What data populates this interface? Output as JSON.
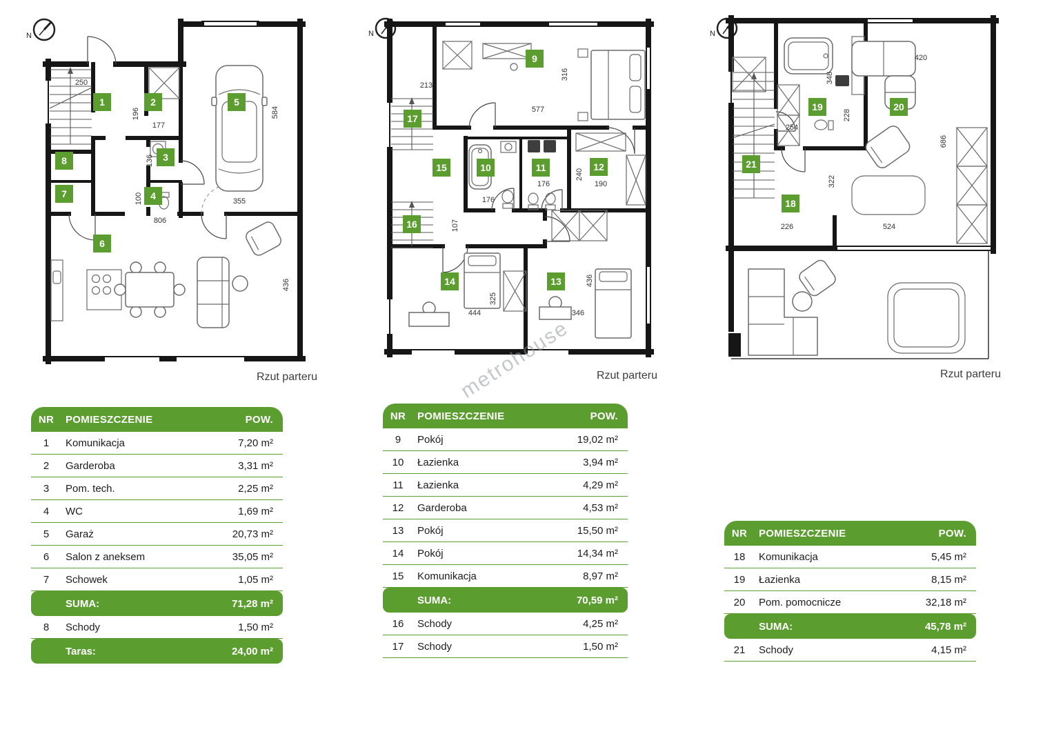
{
  "colors": {
    "green": "#5c9d30",
    "wall": "#161616",
    "text": "#1c1c1c"
  },
  "watermark": "metrohouse",
  "plans": [
    {
      "caption": "Rzut parteru",
      "north": "N",
      "badges": [
        "1",
        "2",
        "3",
        "4",
        "5",
        "6",
        "7",
        "8"
      ],
      "dims": [
        "250",
        "196",
        "177",
        "136",
        "584",
        "100",
        "355",
        "806",
        "436"
      ]
    },
    {
      "caption": "Rzut parteru",
      "north": "N",
      "badges": [
        "9",
        "10",
        "11",
        "12",
        "13",
        "14",
        "15",
        "16",
        "17"
      ],
      "dims": [
        "213",
        "316",
        "577",
        "176",
        "240",
        "190",
        "107",
        "176",
        "444",
        "325",
        "346",
        "436"
      ]
    },
    {
      "caption": "Rzut parteru",
      "north": "N",
      "badges": [
        "18",
        "19",
        "20",
        "21"
      ],
      "dims": [
        "420",
        "348",
        "228",
        "254",
        "686",
        "322",
        "226",
        "524"
      ]
    }
  ],
  "tables": [
    {
      "headers": {
        "nr": "NR",
        "room": "POMIESZCZENIE",
        "area": "POW."
      },
      "rows": [
        {
          "nr": "1",
          "room": "Komunikacja",
          "area": "7,20 m²"
        },
        {
          "nr": "2",
          "room": "Garderoba",
          "area": "3,31 m²"
        },
        {
          "nr": "3",
          "room": "Pom. tech.",
          "area": "2,25 m²"
        },
        {
          "nr": "4",
          "room": "WC",
          "area": "1,69 m²"
        },
        {
          "nr": "5",
          "room": "Garaż",
          "area": "20,73 m²"
        },
        {
          "nr": "6",
          "room": "Salon z aneksem",
          "area": "35,05 m²"
        },
        {
          "nr": "7",
          "room": "Schowek",
          "area": "1,05 m²"
        }
      ],
      "suma": {
        "label": "SUMA:",
        "value": "71,28 m²"
      },
      "extra_rows": [
        {
          "nr": "8",
          "room": "Schody",
          "area": "1,50 m²"
        }
      ],
      "taras": {
        "label": "Taras:",
        "value": "24,00 m²"
      }
    },
    {
      "headers": {
        "nr": "NR",
        "room": "POMIESZCZENIE",
        "area": "POW."
      },
      "rows": [
        {
          "nr": "9",
          "room": "Pokój",
          "area": "19,02 m²"
        },
        {
          "nr": "10",
          "room": "Łazienka",
          "area": "3,94 m²"
        },
        {
          "nr": "11",
          "room": "Łazienka",
          "area": "4,29 m²"
        },
        {
          "nr": "12",
          "room": "Garderoba",
          "area": "4,53 m²"
        },
        {
          "nr": "13",
          "room": "Pokój",
          "area": "15,50 m²"
        },
        {
          "nr": "14",
          "room": "Pokój",
          "area": "14,34 m²"
        },
        {
          "nr": "15",
          "room": "Komunikacja",
          "area": "8,97 m²"
        }
      ],
      "suma": {
        "label": "SUMA:",
        "value": "70,59 m²"
      },
      "extra_rows": [
        {
          "nr": "16",
          "room": "Schody",
          "area": "4,25 m²"
        },
        {
          "nr": "17",
          "room": "Schody",
          "area": "1,50 m²"
        }
      ]
    },
    {
      "headers": {
        "nr": "NR",
        "room": "POMIESZCZENIE",
        "area": "POW."
      },
      "rows": [
        {
          "nr": "18",
          "room": "Komunikacja",
          "area": "5,45 m²"
        },
        {
          "nr": "19",
          "room": "Łazienka",
          "area": "8,15 m²"
        },
        {
          "nr": "20",
          "room": "Pom. pomocnicze",
          "area": "32,18 m²"
        }
      ],
      "suma": {
        "label": "SUMA:",
        "value": "45,78 m²"
      },
      "extra_rows": [
        {
          "nr": "21",
          "room": "Schody",
          "area": "4,15 m²"
        }
      ]
    }
  ]
}
